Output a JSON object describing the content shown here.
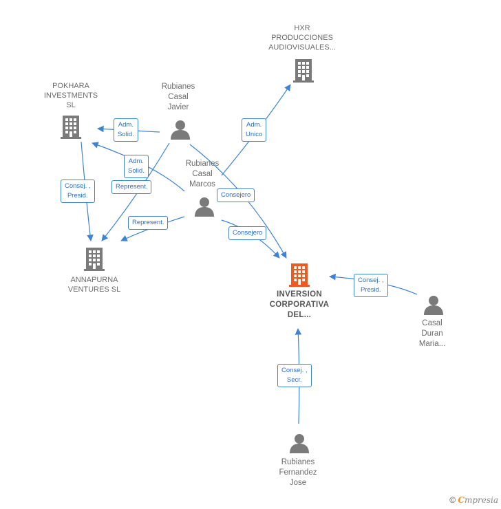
{
  "nodes": {
    "hxr": {
      "lines": [
        "HXR",
        "PRODUCCIONES",
        "AUDIOVISUALES..."
      ],
      "type": "company"
    },
    "pokhara": {
      "lines": [
        "POKHARA",
        "INVESTMENTS",
        "SL"
      ],
      "type": "company"
    },
    "annapurna": {
      "lines": [
        "ANNAPURNA",
        "VENTURES  SL"
      ],
      "type": "company"
    },
    "inversion": {
      "lines": [
        "INVERSION",
        "CORPORATIVA",
        "DEL..."
      ],
      "type": "company-main"
    },
    "javier": {
      "lines": [
        "Rubianes",
        "Casal",
        "Javier"
      ],
      "type": "person"
    },
    "marcos": {
      "lines": [
        "Rubianes",
        "Casal",
        "Marcos"
      ],
      "type": "person"
    },
    "maria": {
      "lines": [
        "Casal",
        "Duran",
        "Maria..."
      ],
      "type": "person"
    },
    "jose": {
      "lines": [
        "Rubianes",
        "Fernandez",
        "Jose"
      ],
      "type": "person"
    }
  },
  "edge_labels": {
    "javier_pokhara": [
      "Adm.",
      "Solid."
    ],
    "marcos_pokhara": [
      "Adm.",
      "Solid."
    ],
    "marcos_hxr": [
      "Adm.",
      "Unico"
    ],
    "pokhara_annapurna": [
      "Consej. ,",
      "Presid."
    ],
    "javier_annapurna": [
      "Represent."
    ],
    "marcos_annapurna": [
      "Represent."
    ],
    "javier_inversion": [
      "Consejero"
    ],
    "marcos_inversion": [
      "Consejero"
    ],
    "maria_inversion": [
      "Consej. ,",
      "Presid."
    ],
    "jose_inversion": [
      "Consej. ,",
      "Secr."
    ]
  },
  "colors": {
    "edge": "#3d82d4",
    "icon_gray": "#7a7a7a",
    "main_company": "#f05a22"
  },
  "footer": {
    "copyright": "©",
    "brand_initial": "C",
    "brand_rest": "mpresia"
  }
}
